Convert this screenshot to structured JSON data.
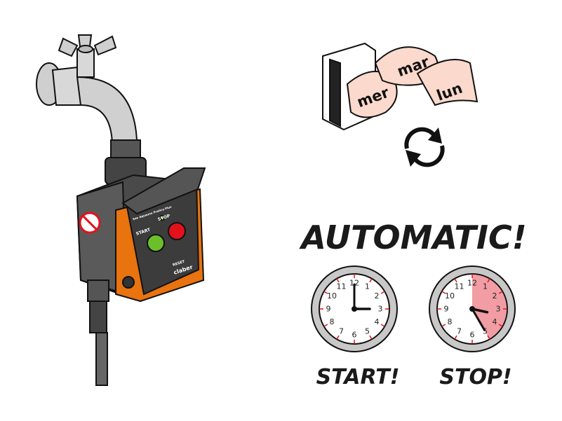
{
  "calendar": {
    "pages": [
      "mer",
      "mar",
      "lun"
    ]
  },
  "headline": "AUTOMATIC!",
  "device": {
    "top_text": "See Aquauno Pratico Plus",
    "start_label": "START",
    "stop_label": "STOP",
    "reset_label": "RESET",
    "brand": "claber",
    "colors": {
      "body": "#e8730f",
      "panel": "#4a4a4a",
      "start_button": "#6cbf2a",
      "stop_button": "#e3111b"
    }
  },
  "clocks": [
    {
      "caption": "START!",
      "hour": 3,
      "minute": 0,
      "shaded_minutes": 0
    },
    {
      "caption": "STOP!",
      "hour": 3,
      "minute": 25,
      "shaded_minutes": 25
    }
  ],
  "clock_numbers": [
    "12",
    "1",
    "2",
    "3",
    "4",
    "5",
    "6",
    "7",
    "8",
    "9",
    "10",
    "11"
  ],
  "colors": {
    "shade": "#f29ca3",
    "tick": "#e3111b",
    "calendar_page": "#fbd9cc"
  }
}
